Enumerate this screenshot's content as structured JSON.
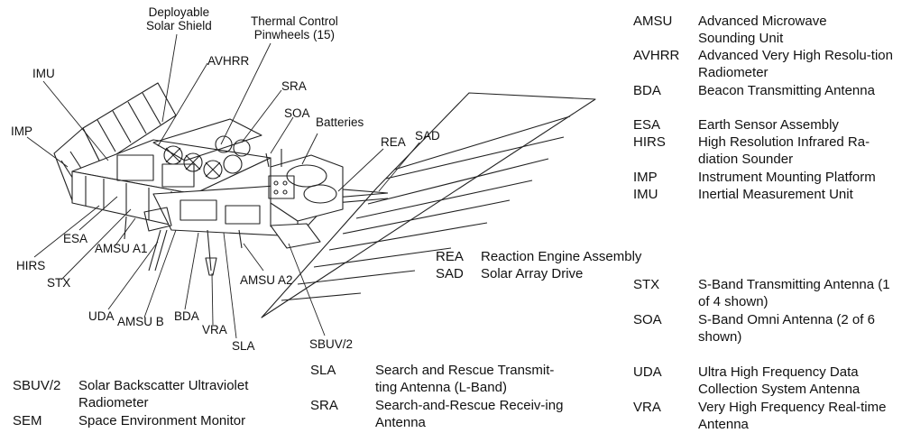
{
  "callouts": {
    "deployable_solar_shield": "Deployable\nSolar Shield",
    "thermal_control_pinwheels": "Thermal Control\nPinwheels (15)",
    "avhrr": "AVHRR",
    "imu": "IMU",
    "imp": "IMP",
    "sra": "SRA",
    "soa": "SOA",
    "batteries": "Batteries",
    "rea": "REA",
    "sad": "SAD",
    "esa": "ESA",
    "hirs": "HIRS",
    "stx": "STX",
    "amsu_a1": "AMSU A1",
    "uda": "UDA",
    "amsu_b": "AMSU B",
    "bda": "BDA",
    "vra": "VRA",
    "sla": "SLA",
    "amsu_a2": "AMSU A2",
    "sbuv2": "SBUV/2"
  },
  "glossary_right_top": [
    {
      "abbr": "AMSU",
      "desc": "Advanced Microwave Sounding Unit"
    },
    {
      "abbr": "AVHRR",
      "desc": "Advanced Very High Resolu-tion Radiometer"
    },
    {
      "abbr": "BDA",
      "desc": "Beacon Transmitting Antenna"
    },
    {
      "abbr": "ESA",
      "desc": "Earth Sensor Assembly"
    },
    {
      "abbr": "HIRS",
      "desc": "High Resolution Infrared Ra-diation Sounder"
    },
    {
      "abbr": "IMP",
      "desc": "Instrument Mounting Platform"
    },
    {
      "abbr": "IMU",
      "desc": "Inertial Measurement Unit"
    }
  ],
  "glossary_middle": [
    {
      "abbr": "REA",
      "desc": "Reaction Engine Assembly"
    },
    {
      "abbr": "SAD",
      "desc": "Solar Array Drive"
    }
  ],
  "glossary_right_bottom": [
    {
      "abbr": "STX",
      "desc": "S-Band Transmitting Antenna (1 of 4 shown)"
    },
    {
      "abbr": "SOA",
      "desc": "S-Band Omni Antenna (2 of 6 shown)"
    },
    {
      "abbr": "UDA",
      "desc": "Ultra High Frequency Data Collection System Antenna"
    },
    {
      "abbr": "VRA",
      "desc": "Very High Frequency Real-time Antenna"
    }
  ],
  "glossary_bottom_left": [
    {
      "abbr": "SBUV/2",
      "desc": "Solar Backscatter Ultraviolet Radiometer"
    },
    {
      "abbr": "SEM",
      "desc": "Space Environment Monitor"
    }
  ],
  "glossary_bottom_center": [
    {
      "abbr": "SLA",
      "desc": "Search and Rescue Transmit-ting Antenna (L-Band)"
    },
    {
      "abbr": "SRA",
      "desc": "Search-and-Rescue Receiv-ing Antenna"
    }
  ]
}
